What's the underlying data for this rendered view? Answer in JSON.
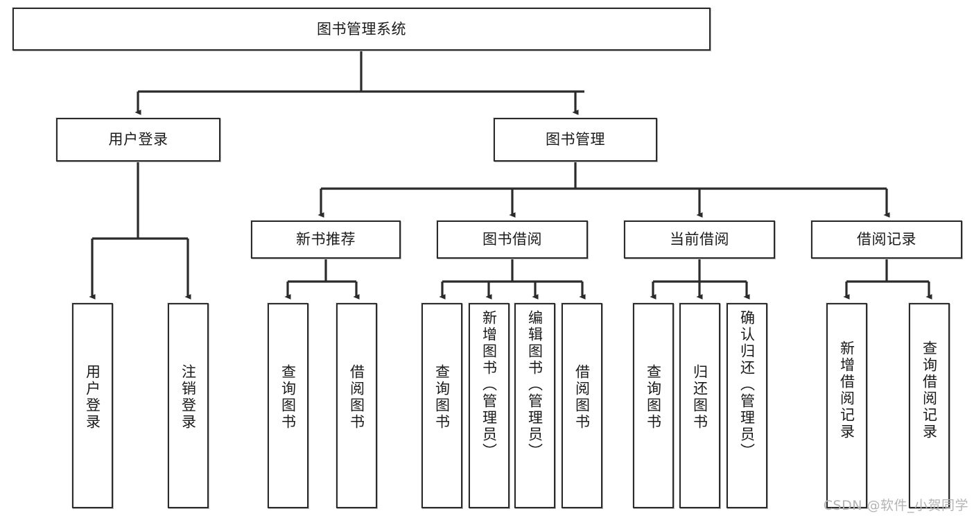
{
  "diagram": {
    "title": "图书管理系统",
    "type": "tree-hierarchy-chart",
    "root": {
      "id": "root",
      "label": "图书管理系统"
    },
    "level2": [
      {
        "id": "user-login",
        "label": "用户登录"
      },
      {
        "id": "book-manage",
        "label": "图书管理"
      }
    ],
    "level3": [
      {
        "id": "new-book-rec",
        "label": "新书推荐"
      },
      {
        "id": "book-borrow",
        "label": "图书借阅"
      },
      {
        "id": "current-borrow",
        "label": "当前借阅"
      },
      {
        "id": "borrow-record",
        "label": "借阅记录"
      }
    ],
    "leaves": {
      "user_login": [
        {
          "id": "leaf-user-login",
          "label": "用户登录"
        },
        {
          "id": "leaf-logout",
          "label": "注销登录"
        }
      ],
      "new_book_rec": [
        {
          "id": "leaf-query-book-1",
          "label": "查询图书"
        },
        {
          "id": "leaf-borrow-book-1",
          "label": "借阅图书"
        }
      ],
      "book_borrow": [
        {
          "id": "leaf-query-book-2",
          "label": "查询图书"
        },
        {
          "id": "leaf-add-book",
          "label": "新增图书（管理员）"
        },
        {
          "id": "leaf-edit-book",
          "label": "编辑图书（管理员）"
        },
        {
          "id": "leaf-borrow-book-2",
          "label": "借阅图书"
        }
      ],
      "current_borrow": [
        {
          "id": "leaf-query-book-3",
          "label": "查询图书"
        },
        {
          "id": "leaf-return-book",
          "label": "归还图书"
        },
        {
          "id": "leaf-confirm-return",
          "label": "确认归还（管理员）"
        }
      ],
      "borrow_record": [
        {
          "id": "leaf-add-record",
          "label": "新增借阅记录"
        },
        {
          "id": "leaf-query-record",
          "label": "查询借阅记录"
        }
      ]
    }
  },
  "watermark": {
    "text": "CSDN @软件_小贺同学"
  },
  "colors": {
    "border": "#2b2b2b",
    "background": "#ffffff",
    "text": "#1a1a1a",
    "watermark": "#b4b4b4"
  }
}
